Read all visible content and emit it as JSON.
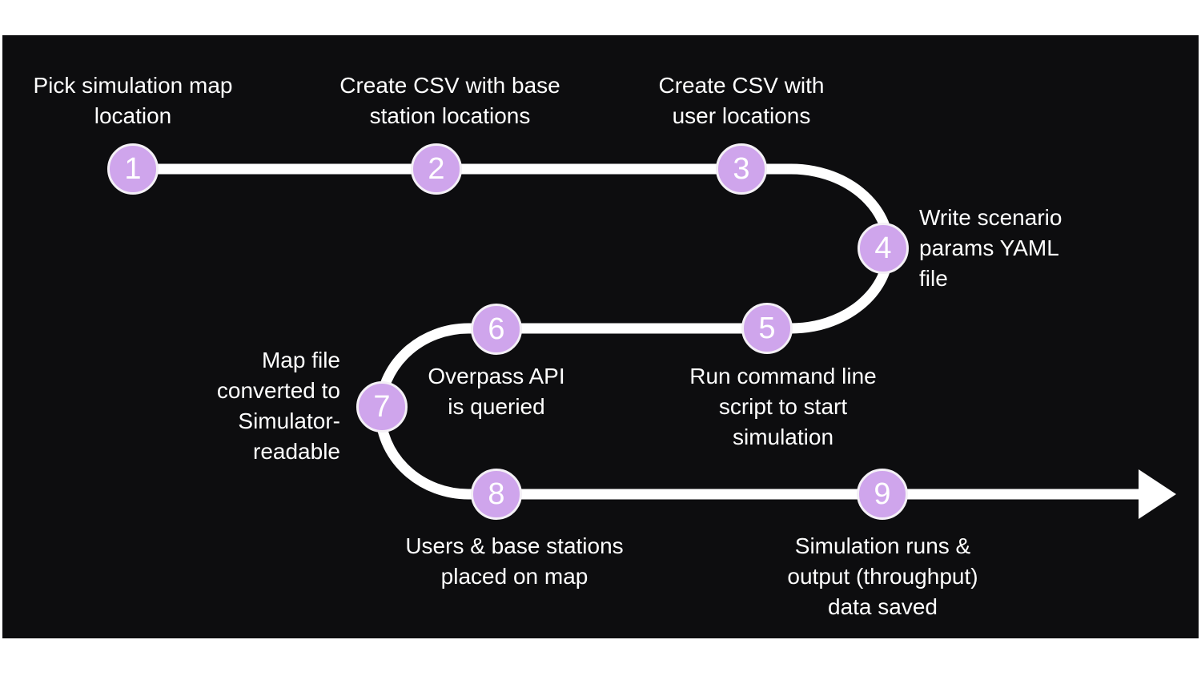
{
  "colors": {
    "page_background": "#ffffff",
    "panel_background": "#0d0d0f",
    "circle_fill": "#cfa5ec",
    "circle_border": "#f4f0f6",
    "path": "#ffffff",
    "text": "#ffffff"
  },
  "diagram": {
    "steps": [
      {
        "number": "1",
        "label": "Pick simulation map\nlocation"
      },
      {
        "number": "2",
        "label": "Create CSV with base\nstation locations"
      },
      {
        "number": "3",
        "label": "Create CSV with\nuser locations"
      },
      {
        "number": "4",
        "label": "Write scenario\nparams YAML\nfile"
      },
      {
        "number": "5",
        "label": "Run command line\nscript to start\nsimulation"
      },
      {
        "number": "6",
        "label": "Overpass API\nis queried"
      },
      {
        "number": "7",
        "label": "Map file\nconverted to\nSimulator-\nreadable"
      },
      {
        "number": "8",
        "label": "Users & base stations\nplaced on map"
      },
      {
        "number": "9",
        "label": "Simulation runs &\noutput (throughput)\ndata saved"
      }
    ]
  }
}
